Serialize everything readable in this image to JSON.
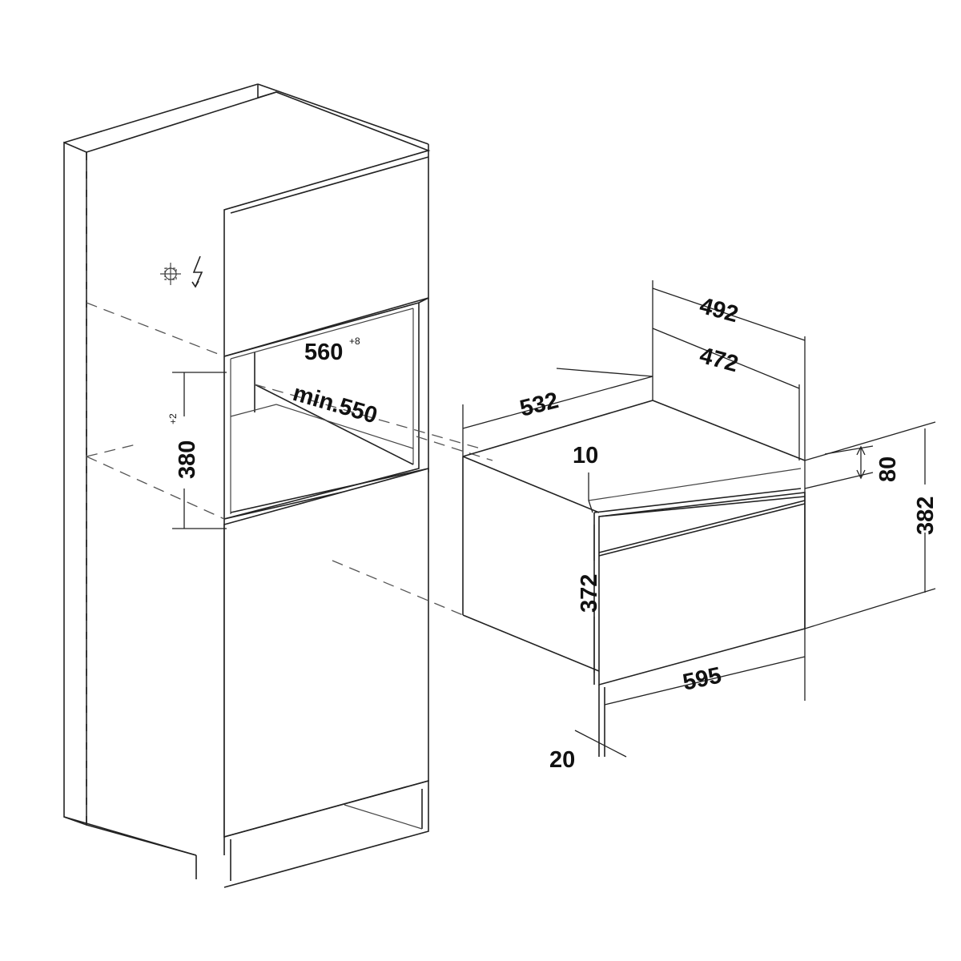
{
  "diagram": {
    "type": "built-in installation drawing",
    "colors": {
      "line": "#222222",
      "background": "#ffffff"
    }
  },
  "niche": {
    "width_label": "560",
    "width_tol": "+8",
    "height_label": "380",
    "height_tol": "+2",
    "depth_label": "min.550",
    "icons": [
      "electrical-connection-icon",
      "lightning-icon"
    ]
  },
  "appliance": {
    "top_width": "492",
    "inner_width": "472",
    "depth": "532",
    "gap": "10",
    "fascia": "80",
    "overall_height": "382",
    "body_height": "372",
    "front_width": "595",
    "front_thickness": "20"
  }
}
